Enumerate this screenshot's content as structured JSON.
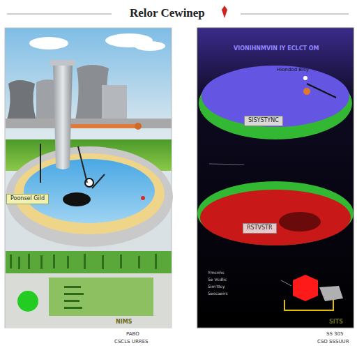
{
  "diagram": {
    "title": "Relor Cewinep",
    "nodes": [
      {
        "text": [
          "Poonsel Gild"
        ]
      },
      {
        "text": [
          "SISYSTYNC"
        ]
      },
      {
        "text": [
          "RSTVSTR"
        ]
      }
    ],
    "labels": [
      "VIONIHNMVIN IY ECLCT OM",
      "Hiondod Bisy",
      "NIMS",
      "PABO",
      "CSCLS URRES",
      "Ymcnhs",
      "Se Vcdlic",
      "Sim'ttcy",
      "Sescaeirs",
      "SITS",
      "SS 305",
      "CSO SSSUUR"
    ]
  }
}
